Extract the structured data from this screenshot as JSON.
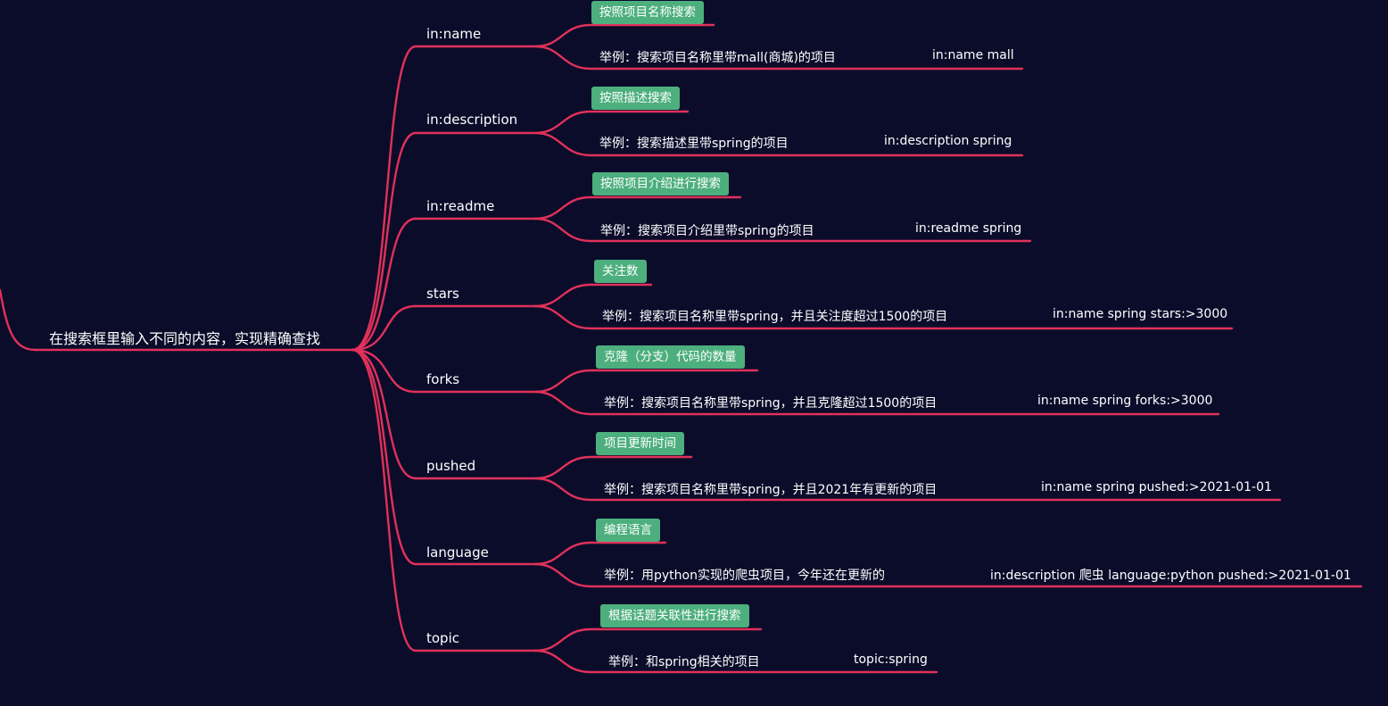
{
  "root": {
    "label": "在搜索框里输入不同的内容，实现精确查找"
  },
  "colors": {
    "background": "#0b0c2a",
    "connector": "#e0315a",
    "tag": "#4caf7d",
    "text": "#ffffff"
  },
  "branches": [
    {
      "key": "in:name",
      "tag": "按照项目名称搜索",
      "example": "举例：搜索项目名称里带mall(商城)的项目",
      "query": "in:name mall"
    },
    {
      "key": "in:description",
      "tag": "按照描述搜索",
      "example": "举例：搜索描述里带spring的项目",
      "query": "in:description spring"
    },
    {
      "key": "in:readme",
      "tag": "按照项目介绍进行搜索",
      "example": "举例：搜索项目介绍里带spring的项目",
      "query": "in:readme spring"
    },
    {
      "key": "stars",
      "tag": "关注数",
      "example": "举例：搜索项目名称里带spring，并且关注度超过1500的项目",
      "query": "in:name spring stars:>3000"
    },
    {
      "key": "forks",
      "tag": "克隆（分支）代码的数量",
      "example": "举例：搜索项目名称里带spring，并且克隆超过1500的项目",
      "query": "in:name spring forks:>3000"
    },
    {
      "key": "pushed",
      "tag": "项目更新时间",
      "example": "举例：搜索项目名称里带spring，并且2021年有更新的项目",
      "query": "in:name spring pushed:>2021-01-01"
    },
    {
      "key": "language",
      "tag": "编程语言",
      "example": "举例：用python实现的爬虫项目，今年还在更新的",
      "query": "in:description 爬虫 language:python pushed:>2021-01-01"
    },
    {
      "key": "topic",
      "tag": "根据话题关联性进行搜索",
      "example": "举例：和spring相关的项目",
      "query": "topic:spring"
    }
  ]
}
